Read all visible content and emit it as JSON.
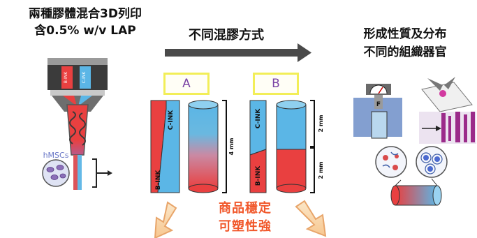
{
  "left_title_line1": "兩種膠體混合3D列印",
  "left_title_line2": "含0.5% w/v LAP",
  "center_title": "不同混膠方式",
  "right_title_line1": "形成性質及分布",
  "right_title_line2": "不同的組織器官",
  "box_a": "A",
  "box_b": "B",
  "printer": {
    "b_ink": "B-INK",
    "c_ink": "C-INK",
    "cells": "hMSCs"
  },
  "panel_a": {
    "c_ink": "C-INK",
    "b_ink": "B-INK",
    "height": "4 mm"
  },
  "panel_b": {
    "c_ink": "C-INK",
    "b_ink": "B-INK",
    "top_height": "2 mm",
    "bottom_height": "2 mm"
  },
  "bottom_line1": "商品穩定",
  "bottom_line2": "可塑性強",
  "gauge_letter": "F",
  "colors": {
    "red": "#e94040",
    "blue": "#5bb6e6",
    "orange": "#f1582b",
    "label_purple": "#7a43a5",
    "box_border": "#f2ee58"
  }
}
